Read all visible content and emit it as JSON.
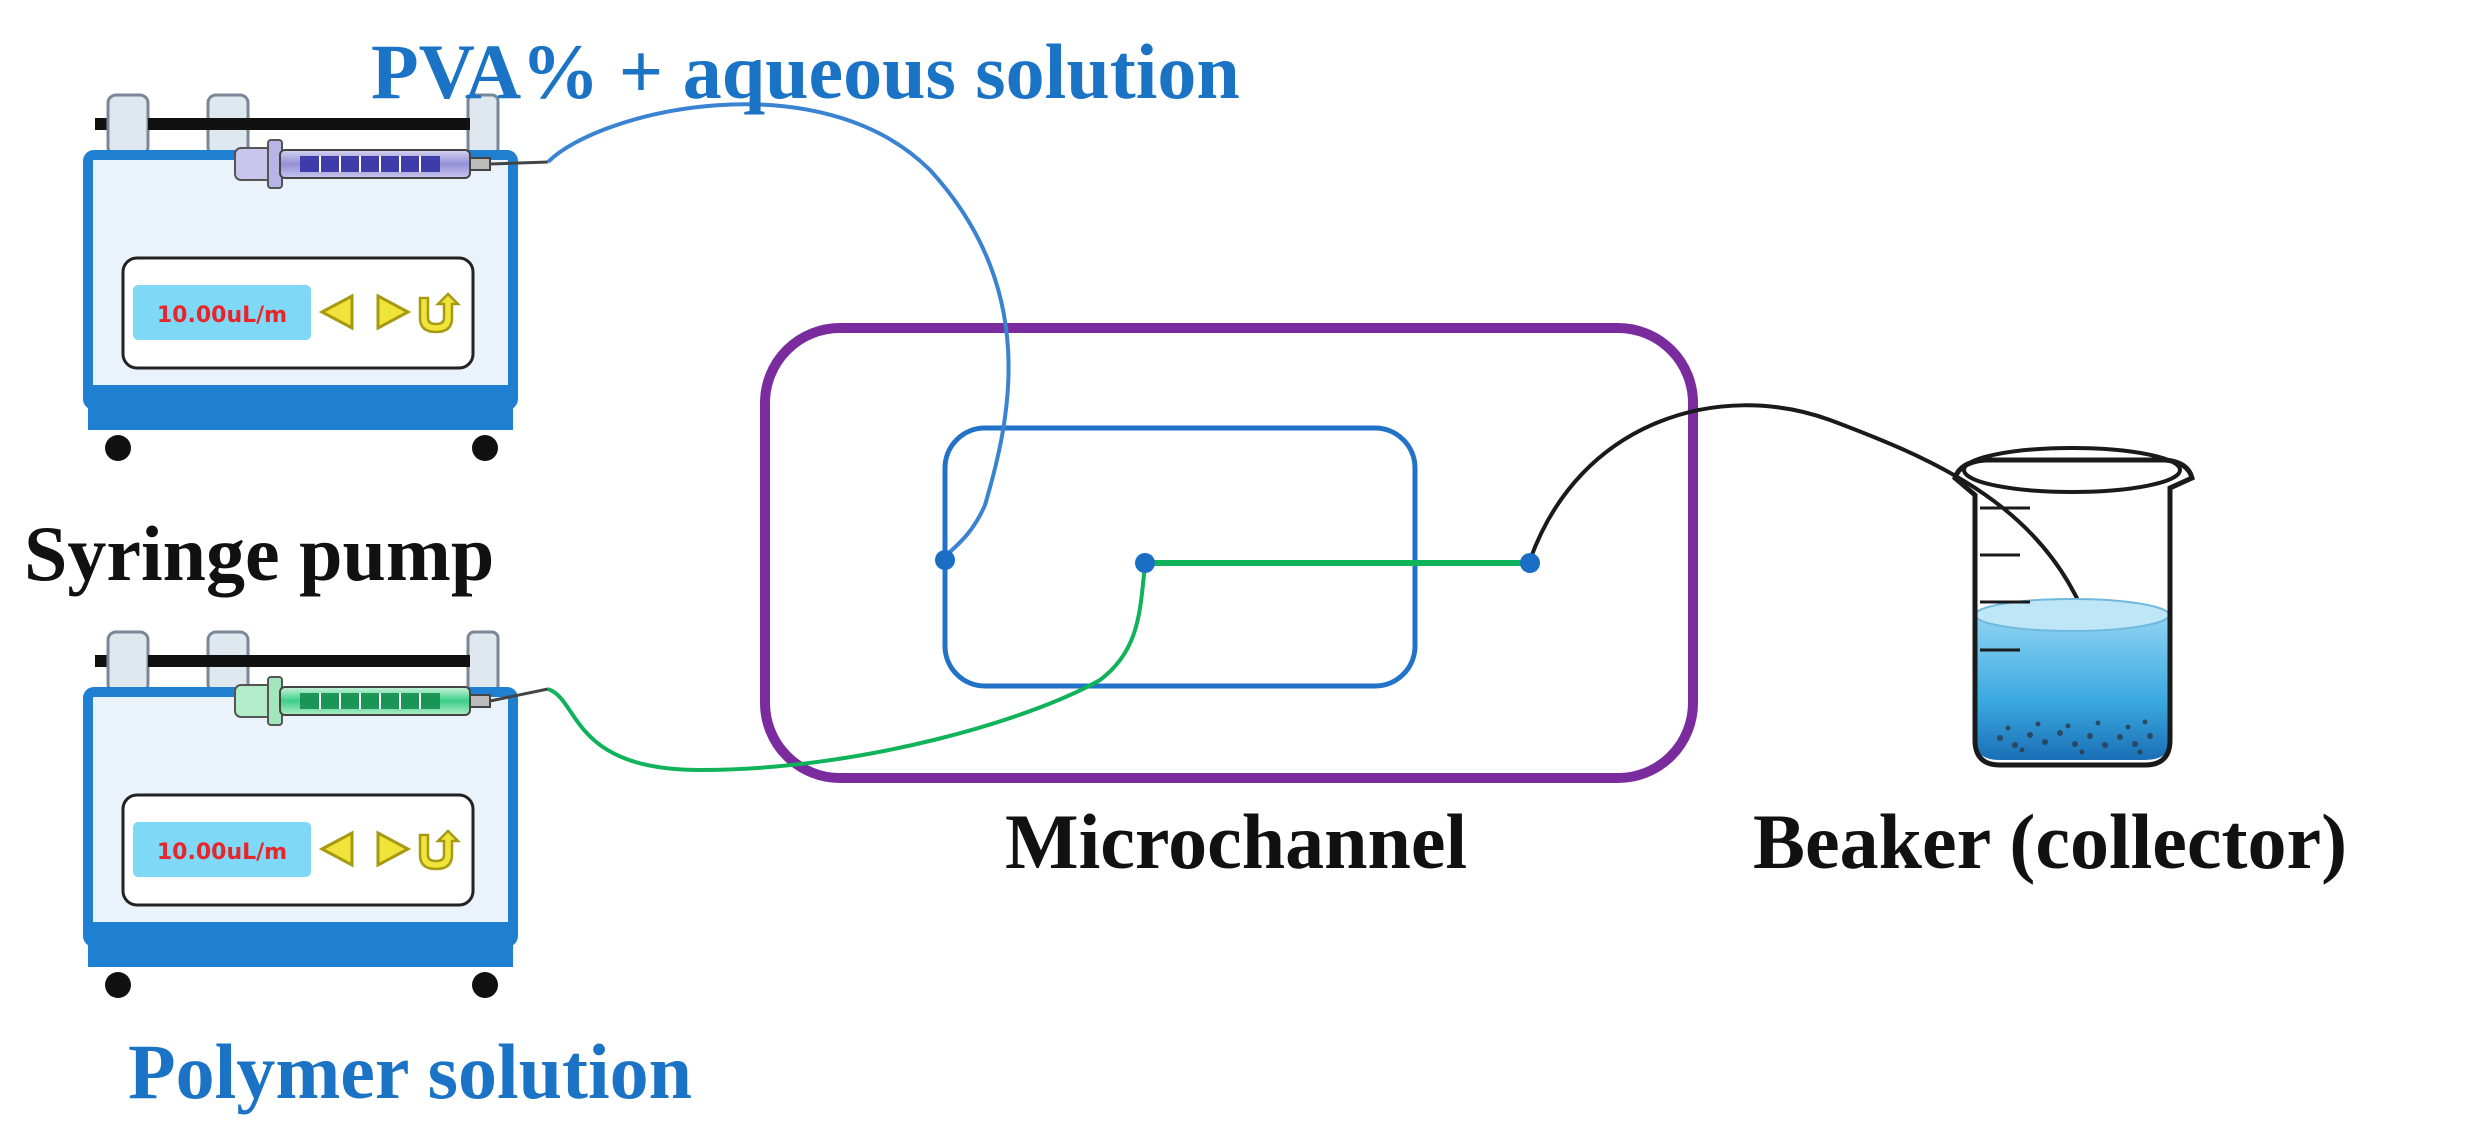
{
  "labels": {
    "aqueous": "PVA% + aqueous solution",
    "pump": "Syringe pump",
    "polymer": "Polymer solution",
    "microchannel": "Microchannel",
    "beaker": "Beaker (collector)"
  },
  "pumps": [
    {
      "display": "10.00uL/m",
      "fluid": "aqueous"
    },
    {
      "display": "10.00uL/m",
      "fluid": "polymer"
    }
  ],
  "colors": {
    "aqueous_tube": "#3a82d2",
    "polymer_tube": "#10b35a",
    "outlet_tube": "#1a1a1a",
    "chip_outer": "#7a2c9e",
    "chip_inner": "#2272c7",
    "label_blue": "#1a73c5",
    "pump_body": "#1f7fd0",
    "display_bg": "#7fd8f5",
    "display_text": "#e8252b",
    "arrow_yellow": "#f0e43a"
  },
  "icons": [
    "arrow-left-icon",
    "arrow-right-icon",
    "return-icon"
  ]
}
